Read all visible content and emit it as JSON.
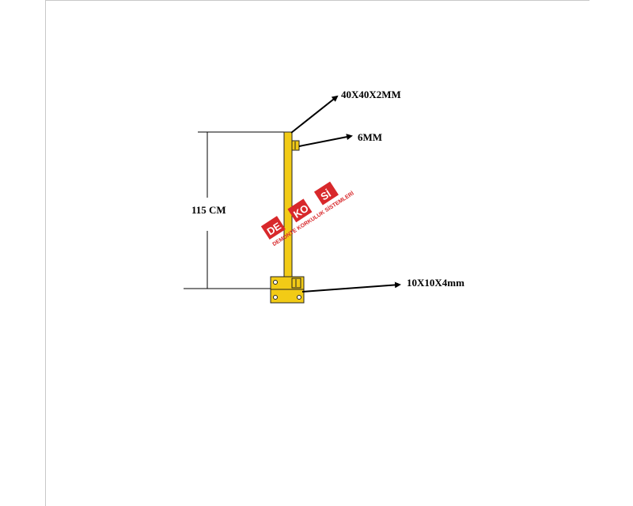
{
  "labels": {
    "profile": "40X40X2MM",
    "bolt": "6MM",
    "height": "115 CM",
    "plate": "10X10X4mm"
  },
  "watermark": {
    "block1": "DE",
    "block2": "KO",
    "block3": "Sİ",
    "tagline": "DEMONTE KORKULUK SİSTEMLERİ"
  },
  "colors": {
    "post": "#f2cb16",
    "post_outline": "#222222",
    "watermark_red": "#d8282b",
    "line": "#000000",
    "frame": "#c8c8c8"
  }
}
